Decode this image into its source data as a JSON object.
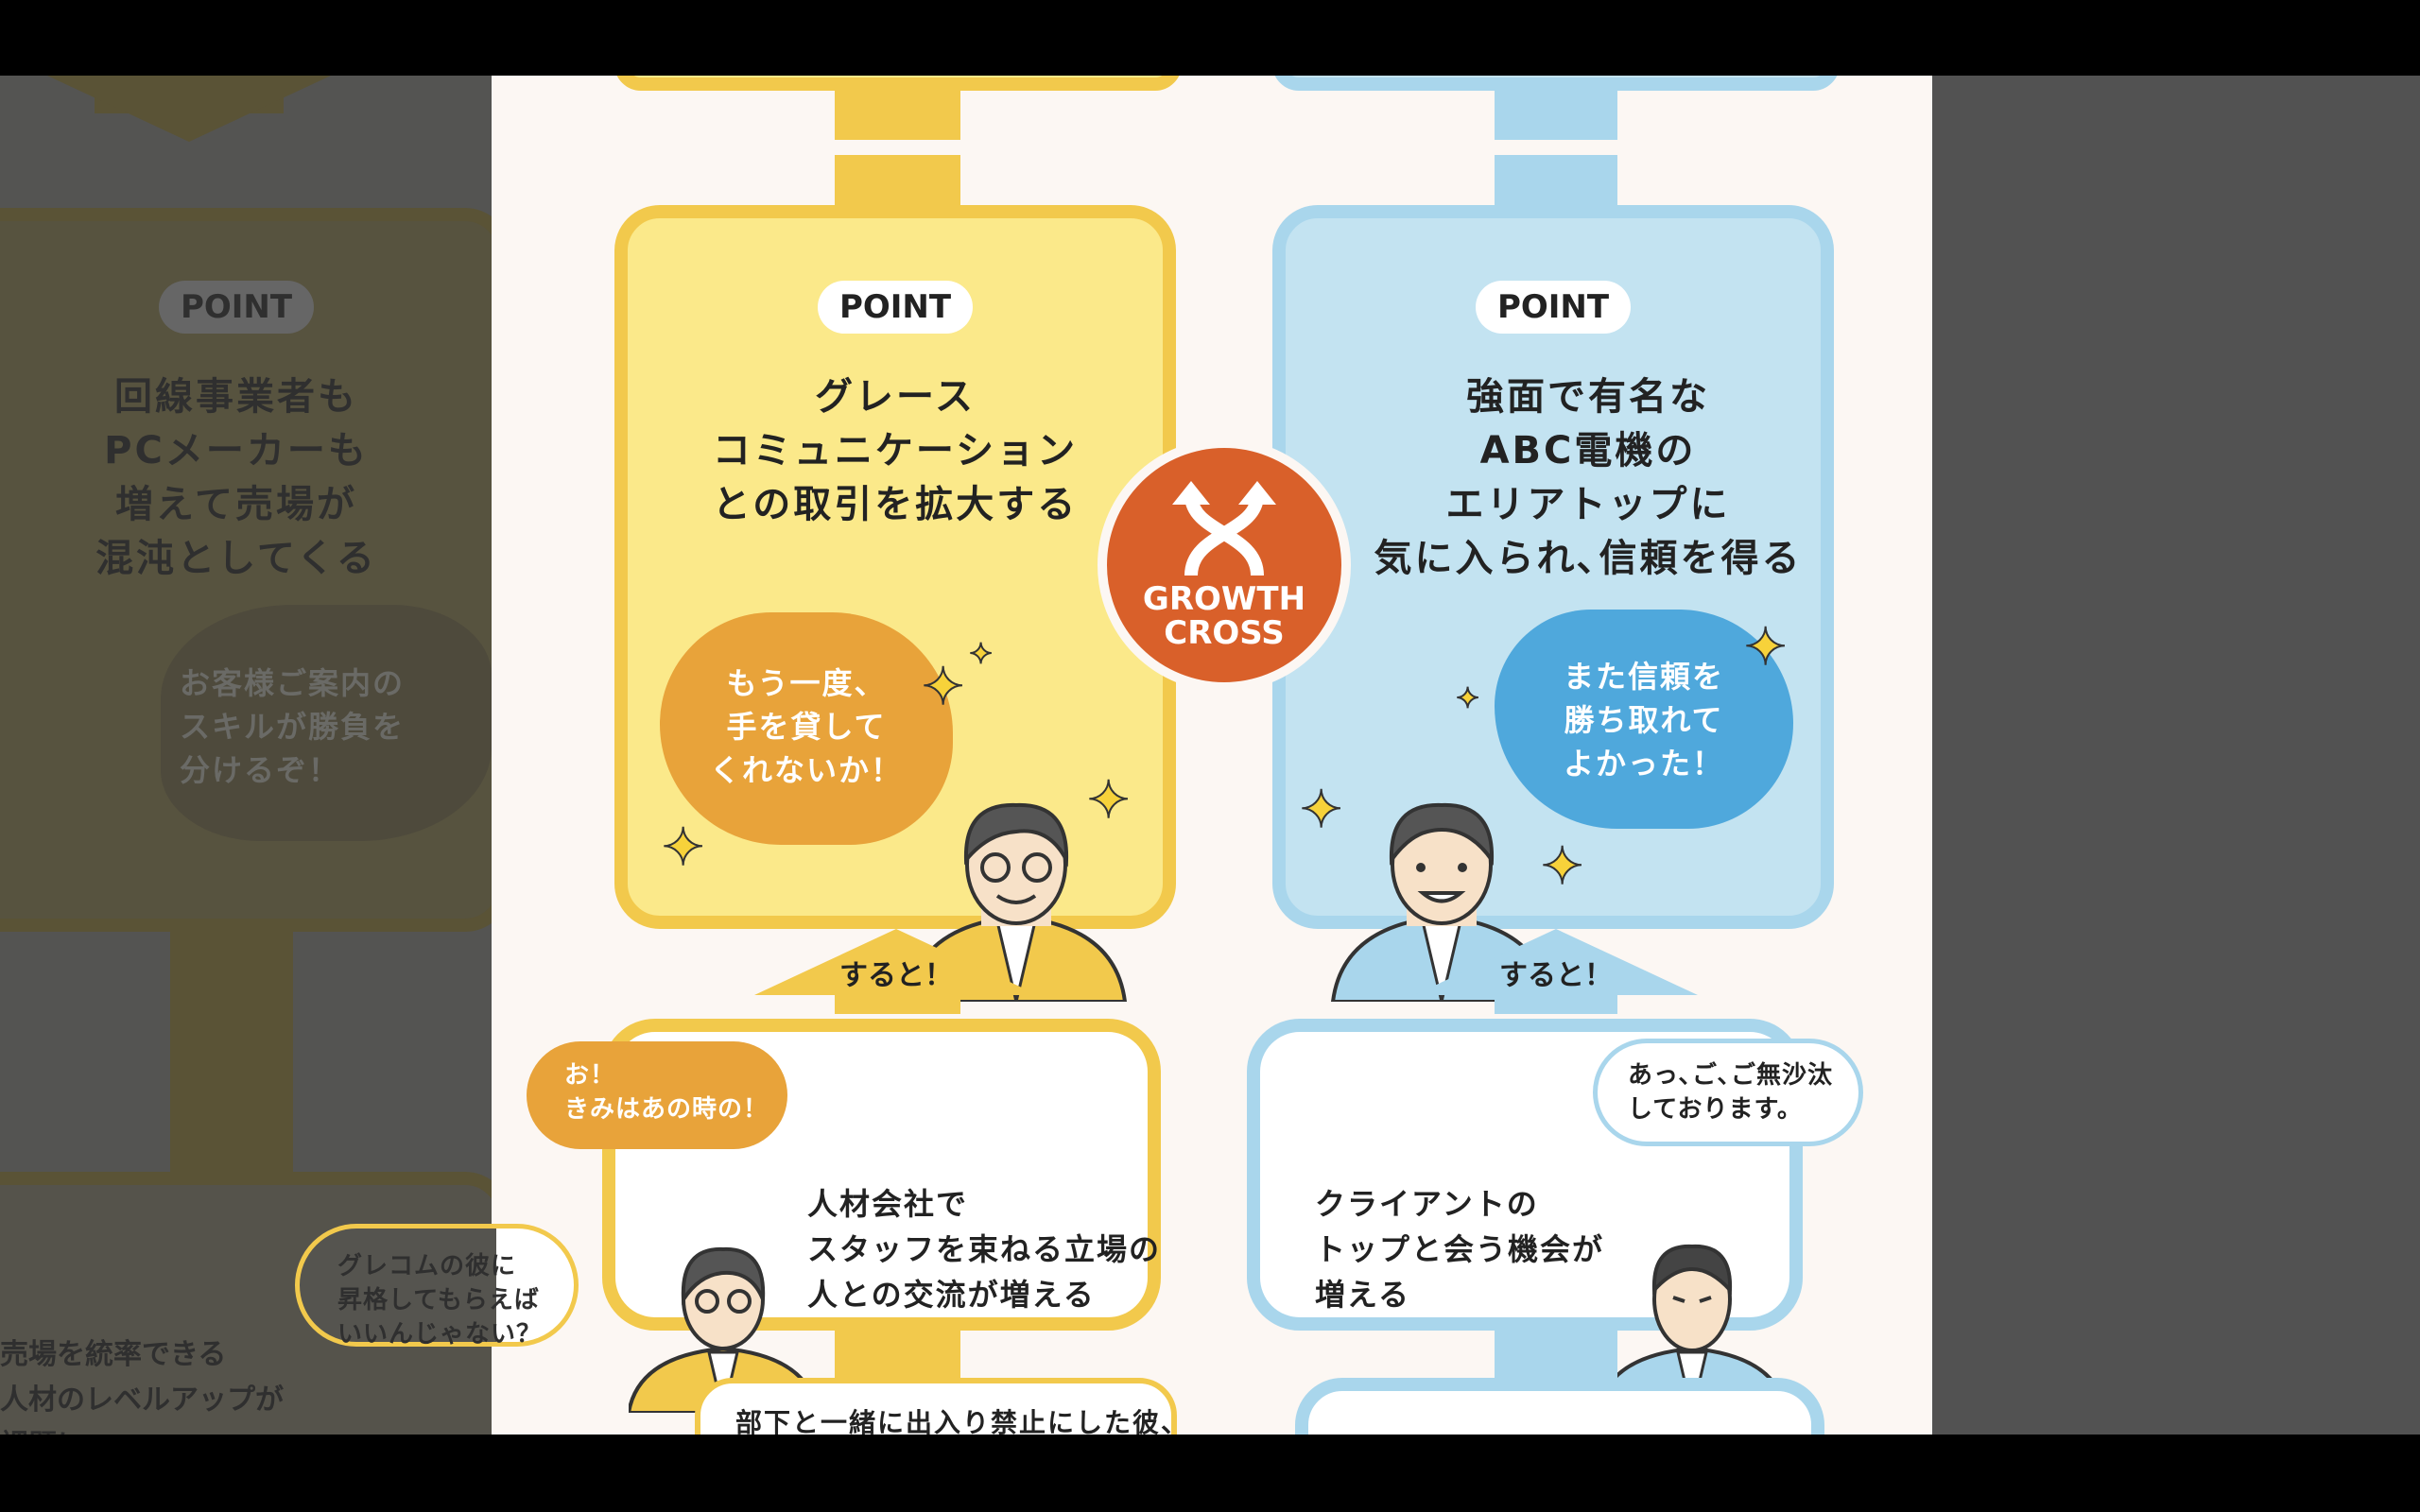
{
  "left_preview": {
    "point_label": "POINT",
    "title": "回線事業者も\nPCメーカーも\n増えて売場が\n混沌としてくる",
    "bubble": "お客様ご案内の\nスキルが勝負を\n分けるぞ！",
    "body": "売場を統率できる\n人材のレベルアップが\n課題に",
    "speech": "グレコムの彼に\n昇格してもらえば\nいいんじゃない？"
  },
  "left_column": {
    "point_label": "POINT",
    "title": "グレース\nコミュニケーション\nとの取引を拡大する",
    "bubble": "もう一度、\n手を貸して\nくれないか！",
    "arrow_label": "すると！",
    "lower_speech": "お！\nきみはあの時の！",
    "lower_text": "人材会社で\nスタッフを束ねる立場の\n人との交流が増える",
    "next_text": "部下と一緒に出入り禁止にした彼、"
  },
  "center_badge": {
    "label": "GROWTH\nCROSS"
  },
  "right_column": {
    "point_label": "POINT",
    "title": "強面で有名な\nABC電機の\nエリアトップに\n気に入られ､信頼を得る",
    "bubble": "また信頼を\n勝ち取れて\nよかった！",
    "arrow_label": "すると！",
    "lower_speech": "あっ､ご､ご無沙汰\nしております。",
    "lower_text": "クライアントの\nトップと会う機会が\n増える"
  },
  "colors": {
    "yellow": "#f2c94c",
    "blue": "#a9d6ec",
    "orange": "#d9602a"
  }
}
